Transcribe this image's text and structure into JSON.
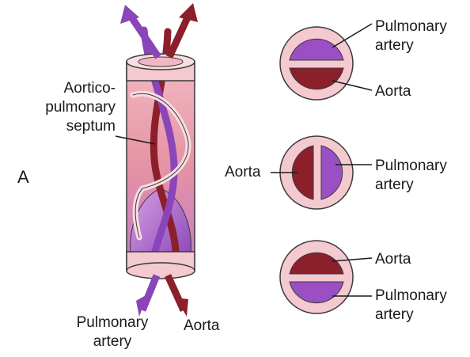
{
  "panel_letter": "A",
  "tube_labels": {
    "septum": "Aortico-\npulmonary\nseptum",
    "bottom_pulmonary": "Pulmonary\nartery",
    "bottom_aorta": "Aorta"
  },
  "sections": [
    {
      "top_label": "Pulmonary\nartery",
      "bottom_label": "Aorta"
    },
    {
      "left_label": "Aorta",
      "right_label": "Pulmonary\nartery"
    },
    {
      "top_label": "Aorta",
      "bottom_label": "Pulmonary\nartery"
    }
  ],
  "colors": {
    "aorta": "#8b1f2a",
    "pulmonary": "#9b4fc4",
    "tube_wall": "#f4c9d0",
    "outline": "#3a3a3a"
  }
}
